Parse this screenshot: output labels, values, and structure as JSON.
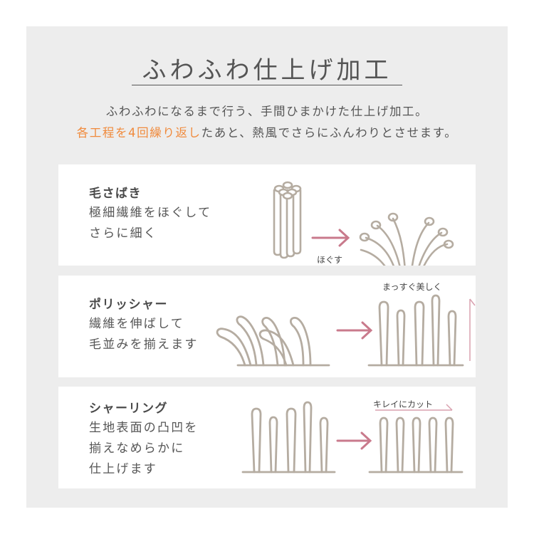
{
  "header": {
    "title": "ふわふわ仕上げ加工",
    "lead_line1": "ふわふわになるまで行う、手間ひまかけた仕上げ加工。",
    "lead_line2_accent": "各工程を4回繰り返し",
    "lead_line2_rest": "たあと、熱風でさらにふんわりとさせます。"
  },
  "colors": {
    "panel_bg": "#ededed",
    "card_bg": "#ffffff",
    "accent_text": "#f08a3c",
    "fiber": "#b5aca1",
    "arrow": "#c97a8c",
    "text": "#555555"
  },
  "steps": [
    {
      "title": "毛さばき",
      "desc_lines": [
        "極細繊維をほぐして",
        "さらに細く"
      ],
      "arrow_label": "ほぐす",
      "before_icon": "fiber-bundle-icon",
      "after_icon": "loosened-fibers-icon"
    },
    {
      "title": "ポリッシャー",
      "desc_lines": [
        "繊維を伸ばして",
        "毛並みを揃えます"
      ],
      "after_label": "まっすぐ美しく",
      "before_icon": "bent-fibers-icon",
      "after_icon": "straight-fibers-icon"
    },
    {
      "title": "シャーリング",
      "desc_lines": [
        "生地表面の凸凹を",
        "揃えなめらかに",
        "仕上げます"
      ],
      "after_label": "キレイにカット",
      "before_icon": "uneven-fibers-icon",
      "after_icon": "even-fibers-icon"
    }
  ]
}
